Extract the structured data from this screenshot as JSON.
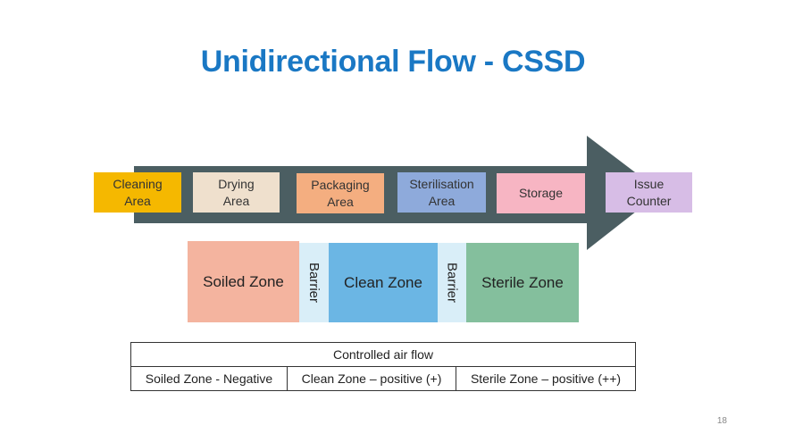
{
  "title": "Unidirectional Flow - CSSD",
  "flow_steps": [
    {
      "label": "Cleaning\nArea",
      "color": "#f5b800"
    },
    {
      "label": "Drying\nArea",
      "color": "#efe0cd"
    },
    {
      "label": "Packaging\nArea",
      "color": "#f4ae80"
    },
    {
      "label": "Sterilisation\nArea",
      "color": "#8eaadb"
    },
    {
      "label": "Storage",
      "color": "#f7b5c3"
    },
    {
      "label": "Issue\nCounter",
      "color": "#d7bde6"
    }
  ],
  "zones": {
    "soiled": {
      "label": "Soiled Zone",
      "color": "#f4b49f"
    },
    "barrier1": "Barrier",
    "clean": {
      "label": "Clean Zone",
      "color": "#6bb6e4"
    },
    "barrier2": "Barrier",
    "sterile": {
      "label": "Sterile Zone",
      "color": "#84bf9d"
    }
  },
  "air_flow": {
    "header": "Controlled air flow",
    "cells": [
      "Soiled Zone - Negative",
      "Clean Zone – positive (+)",
      "Sterile Zone – positive (++)"
    ]
  },
  "page_number": "18",
  "colors": {
    "arrow": "#4b5e62",
    "title": "#1a78c4",
    "barrier": "#d9eef8"
  }
}
